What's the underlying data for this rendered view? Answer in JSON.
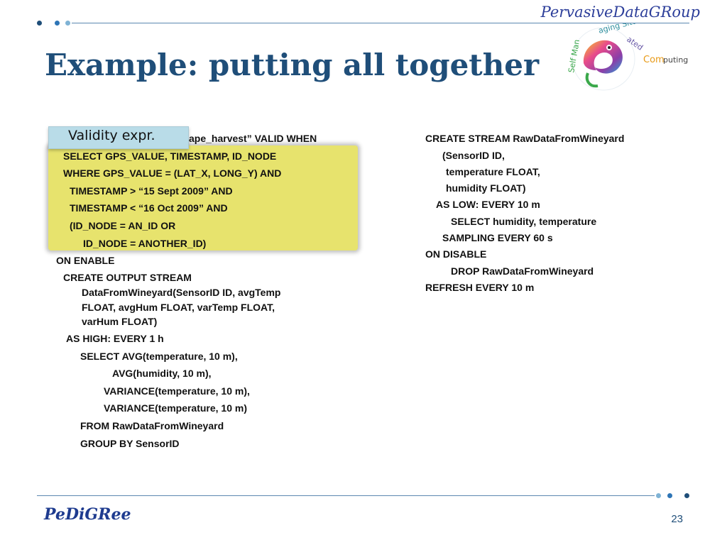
{
  "header": {
    "brand_name": "PervasiveDataGRoup",
    "title": "Example: putting all together"
  },
  "logo": {
    "ring_text": "Self Managing Situated",
    "computing_text": "Computing"
  },
  "callout": {
    "label": "Validity expr."
  },
  "left_code": {
    "lines": [
      "ape_harvest” VALID WHEN",
      "SELECT GPS_VALUE, TIMESTAMP, ID_NODE",
      "WHERE GPS_VALUE = (LAT_X, LONG_Y) AND",
      "TIMESTAMP > “15 Sept 2009” AND",
      "TIMESTAMP < “16 Oct 2009” AND",
      "(ID_NODE = AN_ID OR",
      "ID_NODE = ANOTHER_ID)",
      "ON ENABLE",
      "CREATE OUTPUT STREAM",
      "DataFromWineyard(SensorID ID, avgTemp",
      "FLOAT, avgHum FLOAT, varTemp FLOAT,",
      "varHum FLOAT)",
      "AS HIGH: EVERY 1 h",
      "SELECT AVG(temperature, 10 m),",
      "AVG(humidity, 10 m),",
      "VARIANCE(temperature, 10 m),",
      "VARIANCE(temperature, 10 m)",
      "FROM RawDataFromWineyard",
      "GROUP BY SensorID"
    ]
  },
  "right_code": {
    "lines": [
      "CREATE STREAM RawDataFromWineyard",
      "(SensorID ID,",
      "temperature FLOAT,",
      "humidity FLOAT)",
      "AS LOW: EVERY 10 m",
      "SELECT humidity, temperature",
      "SAMPLING EVERY 60 s",
      "ON DISABLE",
      "DROP RawDataFromWineyard",
      "REFRESH EVERY 10 m"
    ]
  },
  "footer": {
    "brand": "PeDiGRee",
    "page_number": "23"
  },
  "colors": {
    "title": "#1f4e79",
    "highlight": "#e7e36d",
    "callout": "#b9dce8",
    "rule": "#5b87b0"
  }
}
